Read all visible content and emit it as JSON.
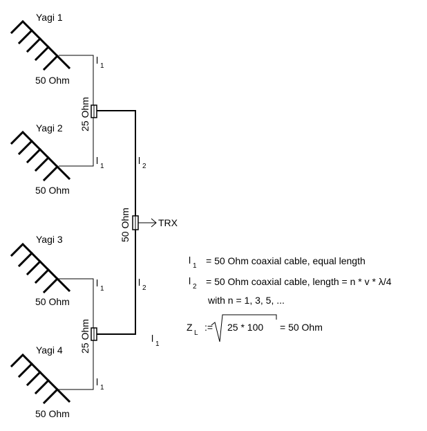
{
  "antennas": [
    {
      "name": "Yagi 1",
      "impedance": "50 Ohm",
      "cable": "l",
      "cable_sub": "1"
    },
    {
      "name": "Yagi 2",
      "impedance": "50 Ohm",
      "cable": "l",
      "cable_sub": "1"
    },
    {
      "name": "Yagi 3",
      "impedance": "50 Ohm",
      "cable": "l",
      "cable_sub": "1"
    },
    {
      "name": "Yagi 4",
      "impedance": "50 Ohm",
      "cable": "l",
      "cable_sub": "1"
    }
  ],
  "junctions": {
    "upper": "25 Ohm",
    "lower": "25 Ohm",
    "center": "50 Ohm"
  },
  "trunk": {
    "upper_cable": "l",
    "upper_cable_sub": "2",
    "lower_cable": "l",
    "lower_cable_sub": "2",
    "extra_cable": "l",
    "extra_cable_sub": "1"
  },
  "output": "TRX",
  "legend": {
    "l1_sym": "l",
    "l1_sub": "1",
    "l1_text": "= 50 Ohm coaxial cable, equal length",
    "l2_sym": "l",
    "l2_sub": "2",
    "l2_text": "= 50 Ohm coaxial cable, length = n * v * λ/4",
    "with_text": "with  n = 1, 3, 5, ...",
    "zl_sym": "Z",
    "zl_sub": "L",
    "zl_eq": ":=",
    "zl_radicand": "25 * 100",
    "zl_result": "= 50 Ohm"
  }
}
